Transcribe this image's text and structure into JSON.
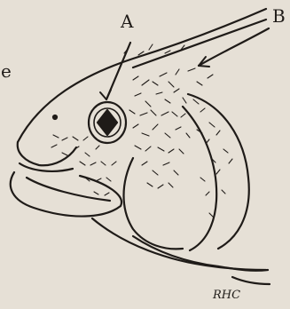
{
  "labels": {
    "a": "A",
    "b": "B"
  },
  "cropped_text": "e",
  "signature": "RHC",
  "colors": {
    "paper": "#e6e0d6",
    "ink": "#1f1b18"
  }
}
